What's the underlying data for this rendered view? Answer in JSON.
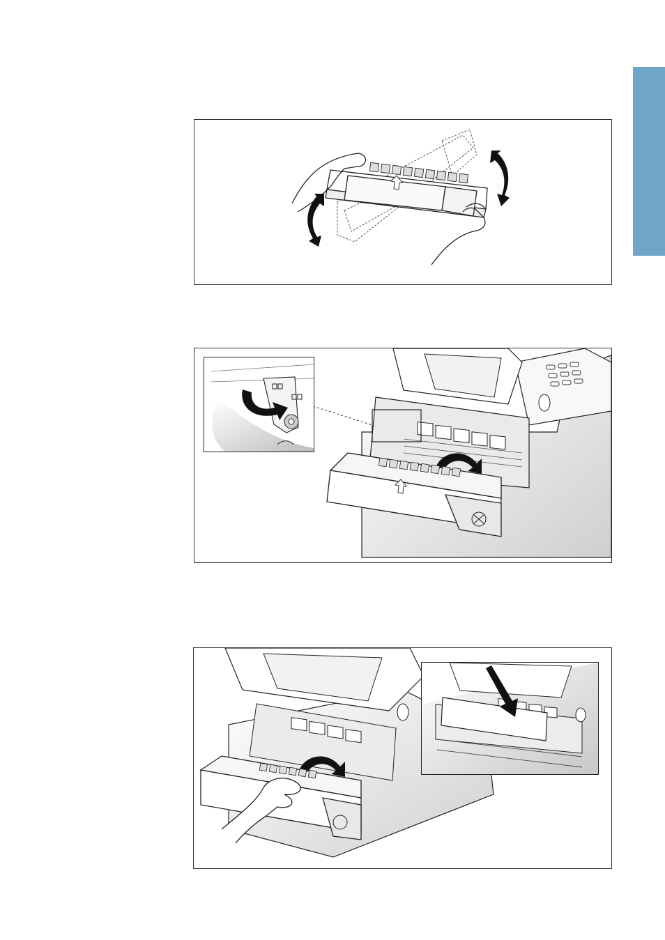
{
  "page": {
    "side_tab_color": "#6fa5c8",
    "figures": [
      {
        "id": "shake-toner-cartridge",
        "icon": "hands-rocking-cartridge-illustration"
      },
      {
        "id": "insert-cartridge-guide",
        "icon": "cartridge-into-printer-illustration",
        "inset_icon": "cartridge-knob-guide-detail"
      },
      {
        "id": "push-cartridge-down",
        "icon": "hand-inserting-cartridge-illustration",
        "inset_icon": "cartridge-seated-detail"
      }
    ]
  }
}
